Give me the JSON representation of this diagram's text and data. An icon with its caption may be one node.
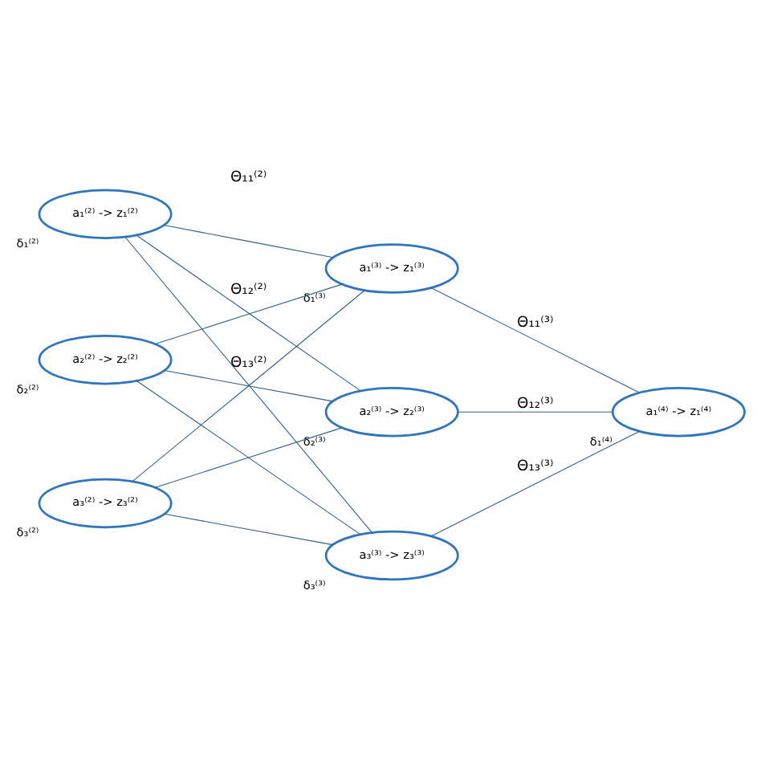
{
  "diagram": {
    "nodes": [
      {
        "text": [
          "a₁⁽²⁾ -> z₁⁽²⁾"
        ],
        "beside": [
          "δ₁⁽²⁾"
        ]
      },
      {
        "text": [
          "a₂⁽²⁾ -> z₂⁽²⁾"
        ],
        "beside": [
          "δ₂⁽²⁾"
        ]
      },
      {
        "text": [
          "a₃⁽²⁾ -> z₃⁽²⁾"
        ],
        "beside": [
          "δ₃⁽²⁾"
        ]
      },
      {
        "text": [
          "a₁⁽³⁾ -> z₁⁽³⁾"
        ],
        "beside": [
          "δ₁⁽³⁾"
        ]
      },
      {
        "text": [
          "a₂⁽³⁾ -> z₂⁽³⁾"
        ],
        "beside": [
          "δ₂⁽³⁾"
        ]
      },
      {
        "text": [
          "a₃⁽³⁾ -> z₃⁽³⁾"
        ],
        "beside": [
          "δ₃⁽³⁾"
        ]
      },
      {
        "text": [
          "a₁⁽⁴⁾ -> z₁⁽⁴⁾"
        ],
        "beside": [
          "δ₁⁽⁴⁾"
        ]
      }
    ],
    "edges": [
      {
        "from": 0,
        "to": 3,
        "arrow": "none",
        "label": "Θ₁₁⁽²⁾"
      },
      {
        "from": 0,
        "to": 4,
        "arrow": "none"
      },
      {
        "from": 0,
        "to": 5,
        "arrow": "none"
      },
      {
        "from": 1,
        "to": 3,
        "arrow": "none",
        "label": "Θ₁₂⁽²⁾"
      },
      {
        "from": 1,
        "to": 4,
        "arrow": "none"
      },
      {
        "from": 1,
        "to": 5,
        "arrow": "none"
      },
      {
        "from": 2,
        "to": 3,
        "arrow": "none",
        "label": "Θ₁₃⁽²⁾"
      },
      {
        "from": 2,
        "to": 4,
        "arrow": "none"
      },
      {
        "from": 2,
        "to": 5,
        "arrow": "none"
      },
      {
        "from": 3,
        "to": 6,
        "arrow": "none",
        "label": "Θ₁₁⁽³⁾"
      },
      {
        "from": 4,
        "to": 6,
        "arrow": "none",
        "label": "Θ₁₂⁽³⁾"
      },
      {
        "from": 5,
        "to": 6,
        "arrow": "none",
        "label": "Θ₁₃⁽³⁾"
      }
    ]
  }
}
